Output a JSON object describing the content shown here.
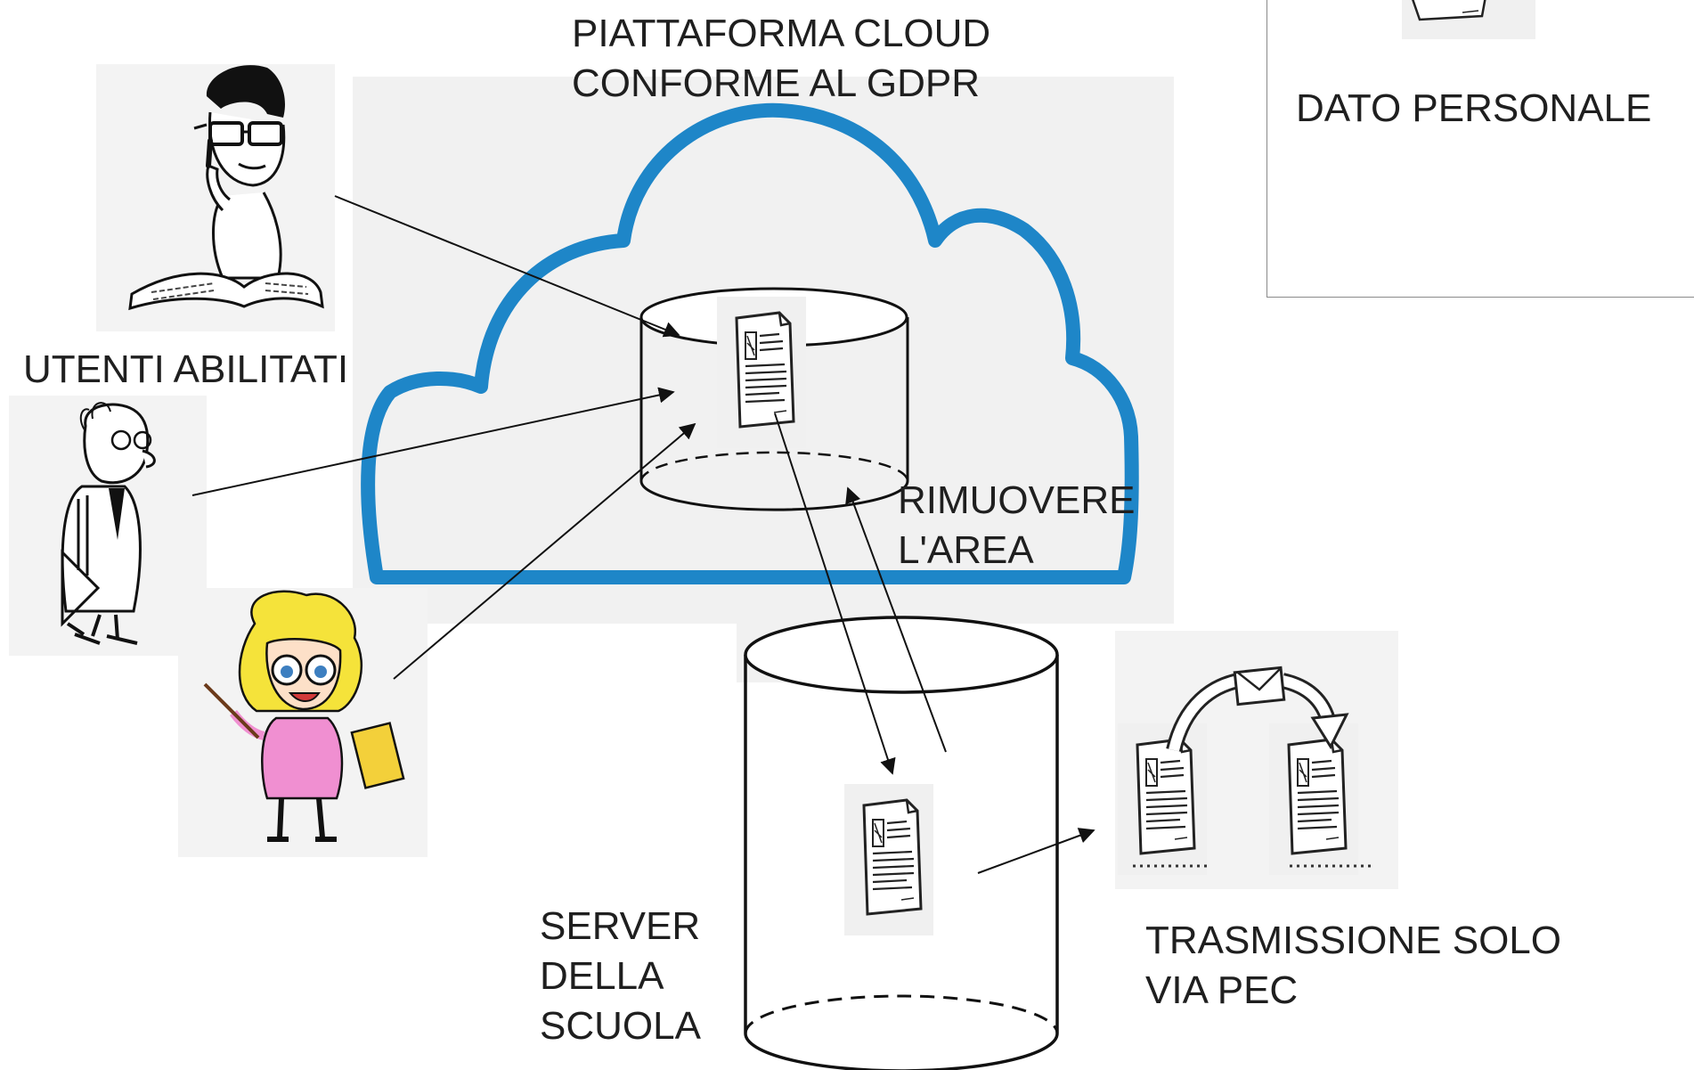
{
  "title_cloud": "PIATTAFORMA CLOUD\nCONFORME AL GDPR",
  "label_users": "UTENTI ABILITATI",
  "label_remove": "RIMUOVERE\nL'AREA",
  "label_server": "SERVER\nDELLA\nSCUOLA",
  "label_pec": "TRASMISSIONE SOLO\nVIA PEC",
  "legend": {
    "label": "DATO PERSONALE"
  },
  "colors": {
    "cloud_outline": "#1e86c8",
    "background_panel": "#f1f1f1",
    "ink": "#111111",
    "teacher_hair": "#f5e33a",
    "teacher_dress": "#f08fd1"
  },
  "icons": [
    "cloud-icon",
    "database-icon",
    "document-icon",
    "student-icon",
    "professor-icon",
    "teacher-icon",
    "pec-mail-icon"
  ]
}
